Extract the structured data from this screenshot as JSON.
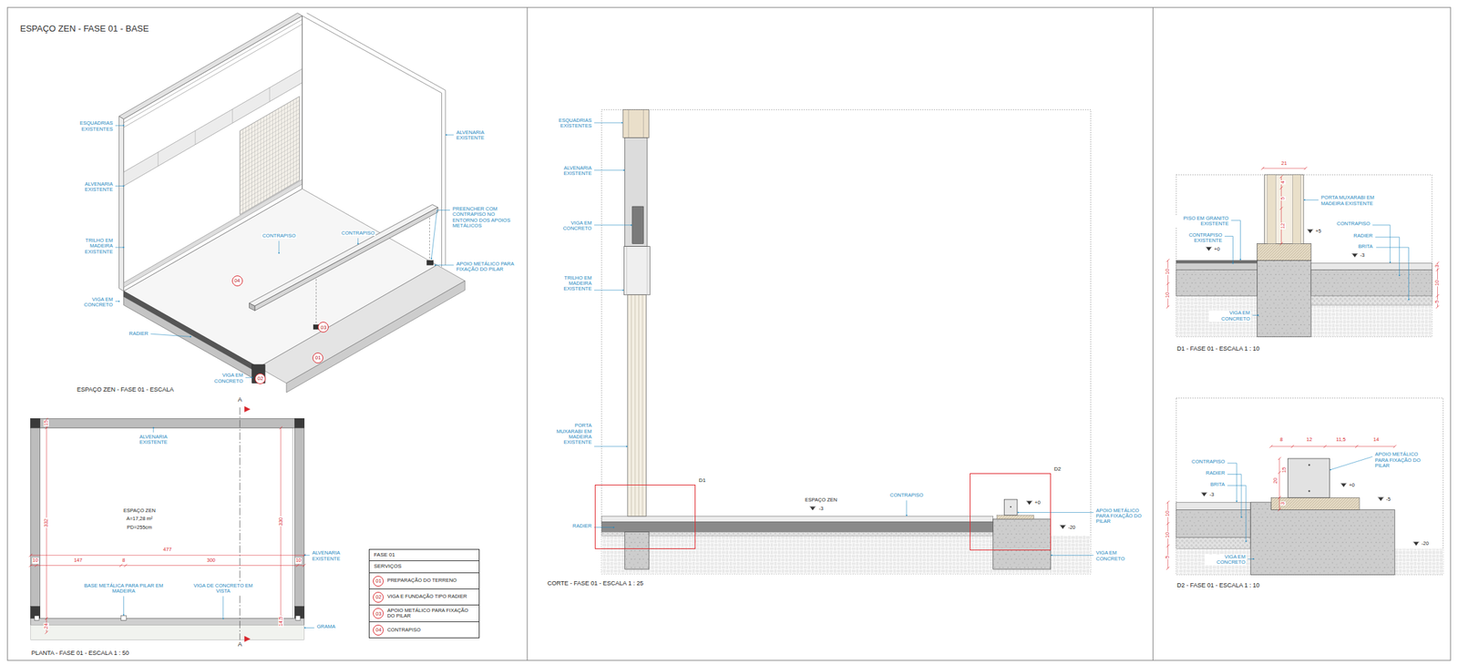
{
  "diagram": {
    "title": "ESPAÇO ZEN - FASE 01 - BASE",
    "nodes": [
      {
        "text": [
          "04"
        ]
      },
      {
        "text": [
          "03"
        ]
      },
      {
        "text": [
          "01"
        ]
      },
      {
        "text": [
          "02"
        ]
      },
      {
        "text": [
          "FASE 01",
          "SERVIÇOS"
        ]
      },
      {
        "text": [
          "PREPARAÇÃO DO TERRENO"
        ],
        "in": 4
      },
      {
        "text": [
          "01"
        ],
        "in": 5
      },
      {
        "text": [
          "VIGA E FUNDAÇÃO TIPO RADIER"
        ],
        "in": 4
      },
      {
        "text": [
          "02"
        ],
        "in": 7
      },
      {
        "text": [
          "APOIO METÁLICO PARA FIXAÇÃO DO PILAR"
        ],
        "in": 4
      },
      {
        "text": [
          "03"
        ],
        "in": 9
      },
      {
        "text": [
          "CONTRAPISO"
        ],
        "in": 4
      },
      {
        "text": [
          "04"
        ],
        "in": 11
      },
      {
        "text": [
          "D1"
        ]
      },
      {
        "text": [
          "D2"
        ]
      }
    ],
    "labels": [
      "ESQUADRIAS EXISTENTES",
      "ALVENARIA EXISTENTE",
      "TRILHO EM MADEIRA EXISTENTE",
      "VIGA EM CONCRETO",
      "RADIER",
      "VIGA EM CONCRETO",
      "ESPAÇO ZEN - FASE 01 - ESCALA",
      "ALVENARIA EXISTENTE",
      "CONTRAPISO",
      "CONTRAPISO",
      "PREENCHER COM CONTRAPISO NO ENTORNO DOS APOIOS METÁLICOS",
      "APOIO METÁLICO PARA FIXAÇÃO DO PILAR",
      "ALVENARIA EXISTENTE",
      "ESPAÇO ZEN",
      "A=17,28 m²",
      "PD=255cm",
      "332",
      "330",
      "477",
      "10",
      "147",
      "8",
      "300",
      "10",
      "ALVENARIA EXISTENTE",
      "BASE METÁLICA PARA PILAR EM MADEIRA",
      "VIGA DE CONCRETO EM VISTA",
      "GRAMA",
      "PLANTA - FASE 01 - ESCALA 1 : 50",
      "A",
      "A",
      "15",
      "24",
      "14,5",
      "ESQUADRIAS EXISTENTES",
      "ALVENARIA EXISTENTE",
      "VIGA EM CONCRETO",
      "TRILHO EM MADEIRA EXISTENTE",
      "PORTA MUXARABI EM MADEIRA EXISTENTE",
      "RADIER",
      "ESPAÇO ZEN",
      "-3",
      "CONTRAPISO",
      "+0",
      "-20",
      "APOIO METÁLICO PARA FIXAÇÃO DO PILAR",
      "VIGA EM CONCRETO",
      "CORTE - FASE 01 - ESCALA 1 : 25",
      "21",
      "PORTA MUXARABI EM MADEIRA EXISTENTE",
      "+5",
      "PISO EM GRANITO EXISTENTE",
      "CONTRAPISO EXISTENTE",
      "+0",
      "CONTRAPISO",
      "RADIER",
      "BRITA",
      "-3",
      "VIGA EM CONCRETO",
      "D1 - FASE 01 - ESCALA 1 : 10",
      "10",
      "10",
      "3",
      "10",
      "5",
      "4",
      "5",
      "12",
      "8",
      "12",
      "11,5",
      "14",
      "CONTRAPISO",
      "RADIER",
      "BRITA",
      "-3",
      "APOIO METÁLICO PARA FIXAÇÃO DO PILAR",
      "+0",
      "-5",
      "VIGA EM CONCRETO",
      "-20",
      "D2 - FASE 01 - ESCALA 1 : 10",
      "20",
      "15",
      "3",
      "10",
      "10",
      "5"
    ]
  }
}
